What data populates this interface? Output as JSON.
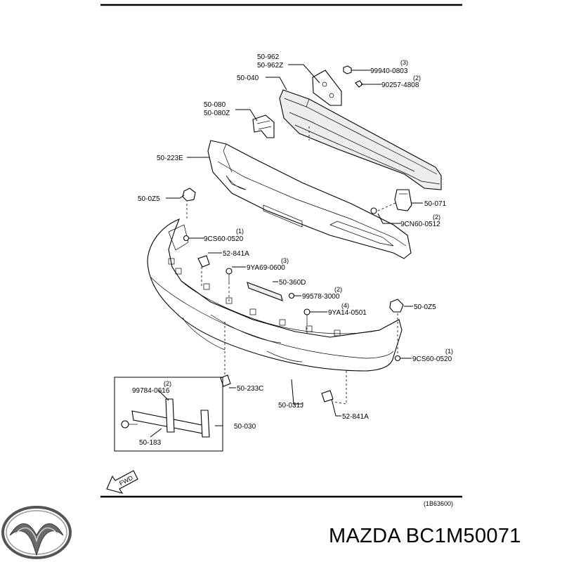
{
  "diagram": {
    "callouts": [
      {
        "id": "50-962",
        "text": "50-962"
      },
      {
        "id": "50-962Z",
        "text": "50-962Z"
      },
      {
        "id": "50-040",
        "text": "50-040"
      },
      {
        "id": "99940-0803",
        "text": "99940-0803",
        "qty": "(3)"
      },
      {
        "id": "90257-4808",
        "text": "90257-4808",
        "qty": "(2)"
      },
      {
        "id": "50-080",
        "text": "50-080"
      },
      {
        "id": "50-080Z",
        "text": "50-080Z"
      },
      {
        "id": "50-223E",
        "text": "50-223E"
      },
      {
        "id": "50-0Z5-a",
        "text": "50-0Z5"
      },
      {
        "id": "50-071",
        "text": "50-071"
      },
      {
        "id": "9CN60-0512",
        "text": "9CN60-0512",
        "qty": "(2)"
      },
      {
        "id": "9CS60-0520-a",
        "text": "9CS60-0520",
        "qty": "(1)"
      },
      {
        "id": "52-841A-a",
        "text": "52-841A"
      },
      {
        "id": "9YA69-0600",
        "text": "9YA69-0600",
        "qty": "(3)"
      },
      {
        "id": "50-360D",
        "text": "50-360D"
      },
      {
        "id": "99578-3000",
        "text": "99578-3000",
        "qty": "(2)"
      },
      {
        "id": "9YA14-0501",
        "text": "9YA14-0501",
        "qty": "(4)"
      },
      {
        "id": "50-0Z5-b",
        "text": "50-0Z5"
      },
      {
        "id": "9CS60-0520-b",
        "text": "9CS60-0520",
        "qty": "(1)"
      },
      {
        "id": "99784-0616",
        "text": "99784-0616",
        "qty": "(2)"
      },
      {
        "id": "50-233C",
        "text": "50-233C"
      },
      {
        "id": "50-031J",
        "text": "50-031J"
      },
      {
        "id": "50-030",
        "text": "50-030"
      },
      {
        "id": "50-183",
        "text": "50-183"
      },
      {
        "id": "52-841A-b",
        "text": "52-841A"
      }
    ],
    "fwd_label": "FWD",
    "figure_ref": "(1B63600)"
  },
  "brand": {
    "logo": "mazda-logo-icon",
    "caption": "MAZDA BC1M50071"
  }
}
